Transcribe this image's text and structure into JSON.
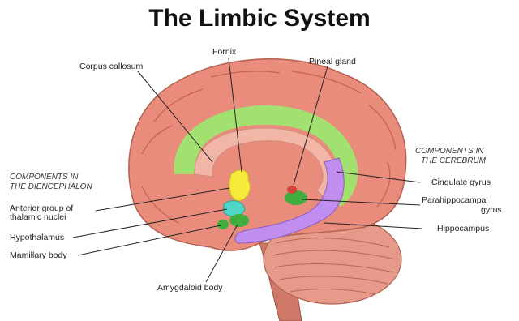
{
  "title": "The Limbic System",
  "sections": {
    "diencephalon_line1": "COMPONENTS IN",
    "diencephalon_line2": "THE DIENCEPHALON",
    "cerebrum_line1": "COMPONENTS IN",
    "cerebrum_line2": "THE CEREBRUM"
  },
  "labels": {
    "corpus_callosum": "Corpus callosum",
    "fornix": "Fornix",
    "pineal_gland": "Pineal gland",
    "anterior_group_line1": "Anterior group of",
    "anterior_group_line2": "thalamic nuclei",
    "hypothalamus": "Hypothalamus",
    "mamillary_body": "Mamillary body",
    "amygdaloid_body": "Amygdaloid body",
    "cingulate_gyrus": "Cingulate gyrus",
    "parahippocampal_line1": "Parahippocampal",
    "parahippocampal_line2": "gyrus",
    "hippocampus": "Hippocampus"
  },
  "colors": {
    "cortex": "#e98c7c",
    "cortex_dark": "#c8624f",
    "cingulate": "#9ee56f",
    "corpus_callosum": "#f2b6a6",
    "hippocampus": "#c08ef0",
    "fornix": "#f5ea3a",
    "hypothalamus": "#4fd6c8",
    "amygdala": "#3fae3f",
    "cerebellum": "#e69a8a",
    "brainstem": "#cf7a68"
  }
}
